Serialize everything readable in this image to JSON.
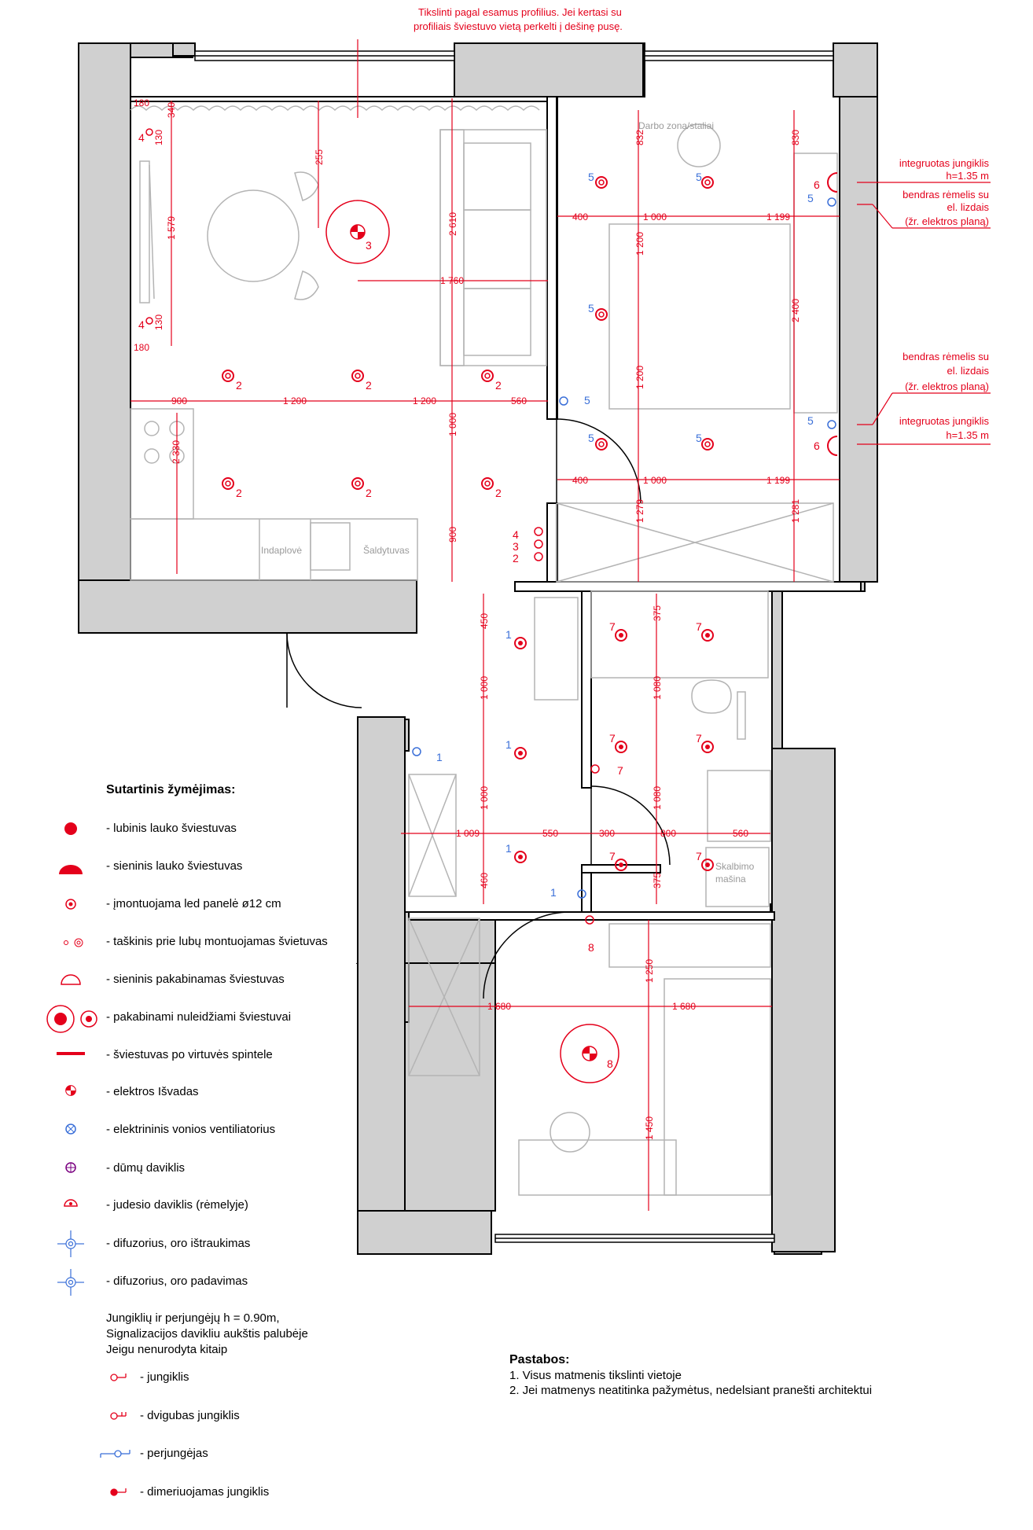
{
  "top_note": {
    "line1": "Tikslinti pagal esamus profilius. Jei kertasi su",
    "line2": "profiliais šviestuvo vietą perkelti į dešinę pusę."
  },
  "room_labels": {
    "darbo_zona": "Darbo zona/staliai",
    "indaplove": "Indaplovė",
    "saldytuvas": "Šaldytuvas",
    "skalbimo_1": "Skalbimo",
    "skalbimo_2": "mašina"
  },
  "right_notes": [
    {
      "l1": "integruotas jungiklis",
      "l2": "h=1.35 m"
    },
    {
      "l1": "bendras rėmelis su",
      "l2": "el. lizdais",
      "l3": "(žr. elektros planą)"
    },
    {
      "l1": "bendras rėmelis su",
      "l2": "el. lizdais",
      "l3": "(žr. elektros planą)"
    },
    {
      "l1": "integruotas jungiklis",
      "l2": "h=1.35 m"
    }
  ],
  "dims": {
    "d900a": "900",
    "d1200a": "1 200",
    "d1200b": "1 200",
    "d560a": "560",
    "d1760": "1 760",
    "d2610": "2 610",
    "d1579": "1 579",
    "d255": "255",
    "d180a": "180",
    "d180b": "180",
    "d340": "340",
    "d130a": "130",
    "d130b": "130",
    "d1000a": "1 000",
    "d900b": "900",
    "d2330": "2 330",
    "d400a": "400",
    "d1000b": "1 000",
    "d1199a": "1 199",
    "d400b": "400",
    "d1000c": "1 000",
    "d1199b": "1 199",
    "d832": "832",
    "d830": "830",
    "d1200c": "1 200",
    "d1200d": "1 200",
    "d2400": "2 400",
    "d1279": "1 279",
    "d1281": "1 281",
    "d450": "450",
    "d1000d": "1 000",
    "d1000e": "1 000",
    "d460": "460",
    "d1009": "1 009",
    "d550": "550",
    "d300": "300",
    "d800": "800",
    "d560b": "560",
    "d375a": "375",
    "d1080a": "1 080",
    "d1080b": "1 080",
    "d375b": "375",
    "d1680a": "1 680",
    "d1680b": "1 680",
    "d1250": "1 250",
    "d1450": "1 450"
  },
  "fixture_numbers": {
    "n1": "1",
    "n2": "2",
    "n3": "3",
    "n4": "4",
    "n5": "5",
    "n6": "6",
    "n7": "7",
    "n8": "8"
  },
  "legend": {
    "title": "Sutartinis žymėjimas:",
    "items": [
      "- lubinis lauko šviestuvas",
      "- sieninis lauko šviestuvas",
      "- įmontuojama led panelė ø12 cm",
      "- taškinis prie lubų montuojamas švietuvas",
      "- sieninis pakabinamas šviestuvas",
      "- pakabinami nuleidžiami šviestuvai",
      "- šviestuvas po virtuvės spintele",
      "- elektros Išvadas",
      "- elektrininis vonios ventiliatorius",
      "- dūmų daviklis",
      "- judesio daviklis (rėmelyje)",
      "- difuzorius, oro ištraukimas",
      "- difuzorius, oro padavimas"
    ],
    "note1": "Jungiklių ir perjungėjų h = 0.90m,",
    "note2": "Signalizacijos davikliu aukštis palubėje",
    "note3": "Jeigu nenurodyta kitaip",
    "switches": [
      "- jungiklis",
      "- dvigubas jungiklis",
      "- perjungėjas",
      "- dimeriuojamas jungiklis"
    ]
  },
  "remarks": {
    "title": "Pastabos:",
    "r1": "1. Visus matmenis tikslinti vietoje",
    "r2": "2. Jei matmenys neatitinka pažymėtus, nedelsiant pranešti architektui"
  },
  "colors": {
    "wall": "#d0d0d0",
    "red": "#e4001b",
    "blue": "#3a6fd8",
    "furniture": "#b4b4b4"
  }
}
